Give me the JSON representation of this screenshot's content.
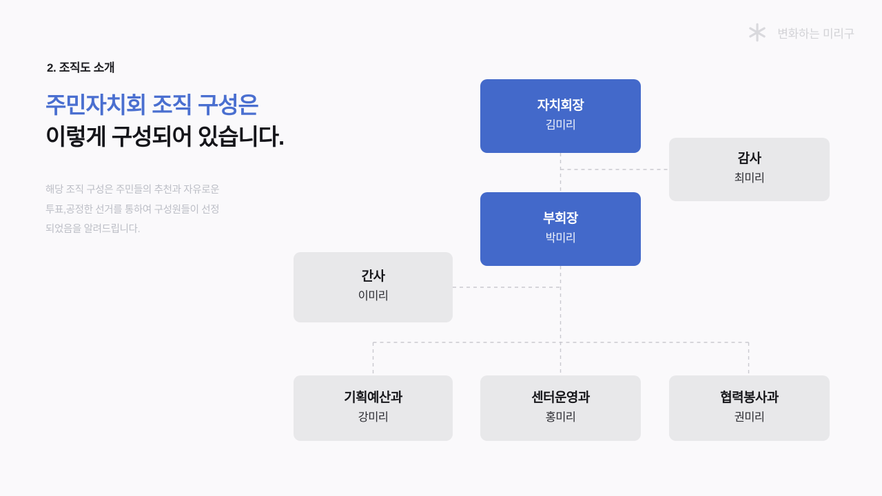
{
  "brand": {
    "icon": "asterisk-star-icon",
    "name": "변화하는 미리구"
  },
  "intro": {
    "kicker": "2. 조직도 소개",
    "headline_line1": "주민자치회 조직 구성은",
    "headline_line2": "이렇게 구성되어 있습니다.",
    "description_line1": "해당 조직 구성은 주민들의 추천과 자유로운",
    "description_line2": "투표,공정한 선거를 통하여 구성원들이 선정",
    "description_line3": "되었음을 알려드립니다."
  },
  "colors": {
    "background": "#faf9fb",
    "accent_blue": "#4369ca",
    "heading_blue": "#4a6fd0",
    "muted_box": "#e8e8ea",
    "connector": "#c9c9cf",
    "body_text": "#bcbec6"
  },
  "org_chart": {
    "nodes": [
      {
        "id": "chair",
        "role": "자치회장",
        "name": "김미리",
        "style": "primary"
      },
      {
        "id": "audit",
        "role": "감사",
        "name": "최미리",
        "style": "muted"
      },
      {
        "id": "vice",
        "role": "부회장",
        "name": "박미리",
        "style": "primary"
      },
      {
        "id": "sec",
        "role": "간사",
        "name": "이미리",
        "style": "muted"
      },
      {
        "id": "plan",
        "role": "기획예산과",
        "name": "강미리",
        "style": "muted"
      },
      {
        "id": "center",
        "role": "센터운영과",
        "name": "홍미리",
        "style": "muted"
      },
      {
        "id": "coop",
        "role": "협력봉사과",
        "name": "권미리",
        "style": "muted"
      }
    ],
    "edges": [
      {
        "from": "chair",
        "to": "vice"
      },
      {
        "from": "chair",
        "to": "audit"
      },
      {
        "from": "vice",
        "to": "sec"
      },
      {
        "from": "vice",
        "to": "plan"
      },
      {
        "from": "vice",
        "to": "center"
      },
      {
        "from": "vice",
        "to": "coop"
      }
    ],
    "line_style": "dashed"
  }
}
